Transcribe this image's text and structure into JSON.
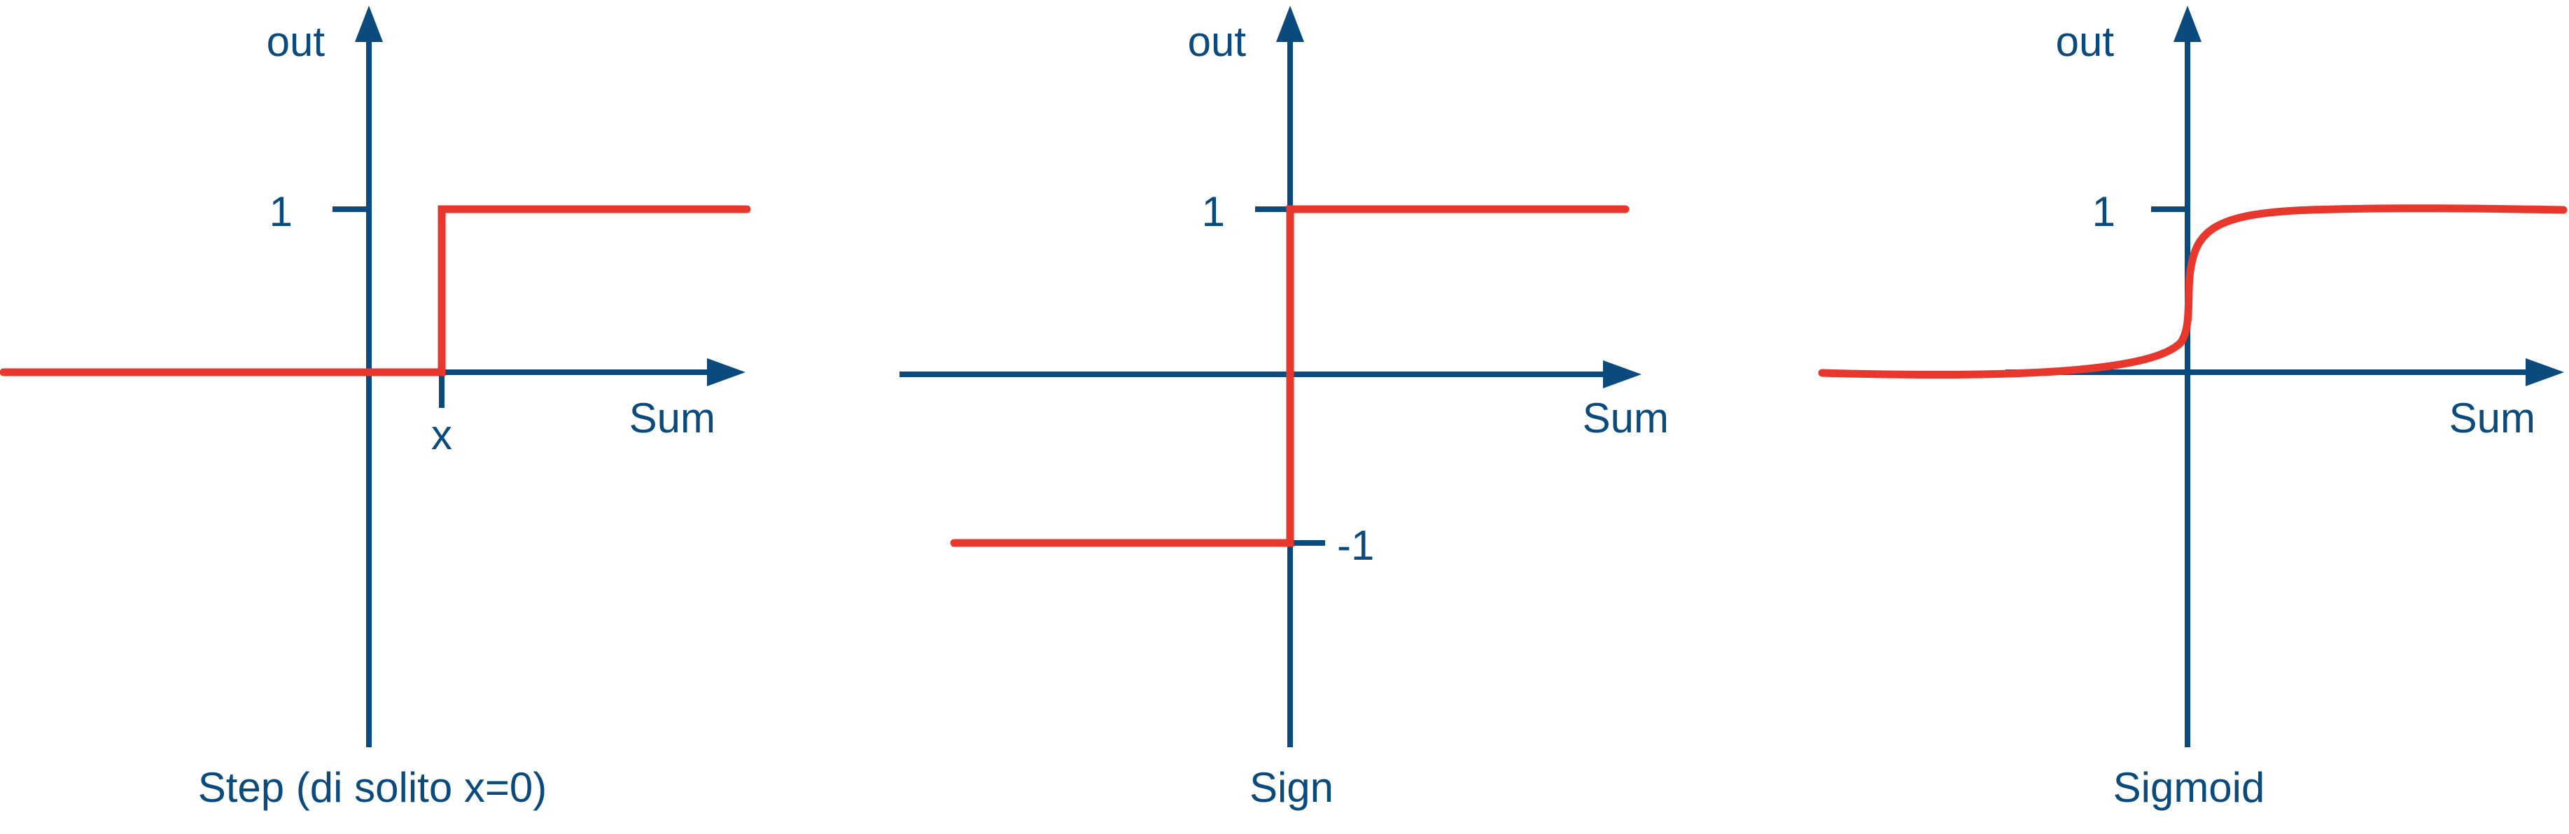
{
  "colors": {
    "axis": "#0b4a7c",
    "curve": "#e8372c",
    "background": "#ffffff"
  },
  "panels": [
    {
      "id": "step",
      "type": "step",
      "y_label": "out",
      "x_label": "Sum",
      "tick_labels": {
        "y_one": "1",
        "x_threshold": "x"
      },
      "caption": "Step (di solito x=0)"
    },
    {
      "id": "sign",
      "type": "sign",
      "y_label": "out",
      "x_label": "Sum",
      "tick_labels": {
        "y_one": "1",
        "y_minus_one": "-1"
      },
      "caption": "Sign"
    },
    {
      "id": "sigmoid",
      "type": "sigmoid",
      "y_label": "out",
      "x_label": "Sum",
      "tick_labels": {
        "y_one": "1"
      },
      "caption": "Sigmoid"
    }
  ]
}
